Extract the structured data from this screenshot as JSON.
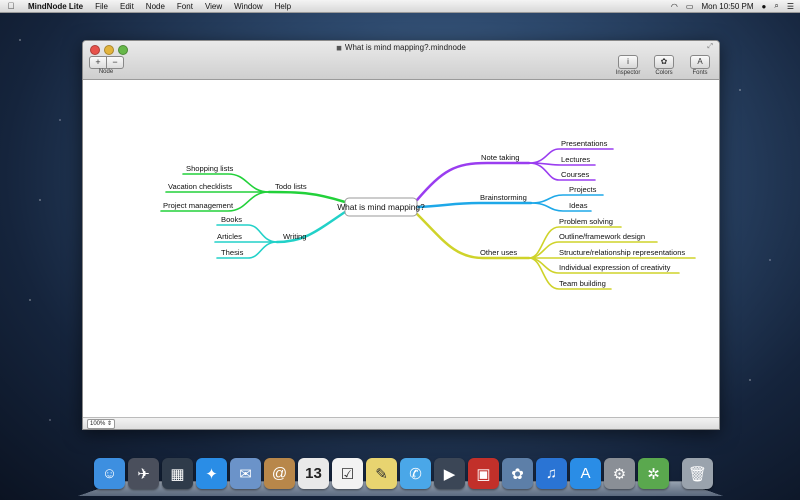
{
  "menubar": {
    "apple_icon": "apple-icon",
    "items": [
      "MindNode Lite",
      "File",
      "Edit",
      "Node",
      "Font",
      "View",
      "Window",
      "Help"
    ],
    "clock": "Mon 10:50 PM"
  },
  "window": {
    "title": "What is mind mapping?.mindnode",
    "node_add": "+",
    "node_remove": "−",
    "node_label": "Node",
    "tools": [
      {
        "label": "Inspector",
        "glyph": "i"
      },
      {
        "label": "Colors",
        "glyph": "✿"
      },
      {
        "label": "Fonts",
        "glyph": "A"
      }
    ],
    "zoom": "100%"
  },
  "mindmap": {
    "root": "What is mind mapping?",
    "colors": {
      "green": "#22d13a",
      "cyan": "#22d1c8",
      "purple": "#9a3df0",
      "blue": "#1ea8e8",
      "yellow": "#cfd32a"
    },
    "branches": {
      "todo": {
        "label": "Todo lists",
        "children": [
          "Shopping lists",
          "Vacation checklists",
          "Project management"
        ]
      },
      "writing": {
        "label": "Writing",
        "children": [
          "Books",
          "Articles",
          "Thesis"
        ]
      },
      "note": {
        "label": "Note taking",
        "children": [
          "Presentations",
          "Lectures",
          "Courses"
        ]
      },
      "brain": {
        "label": "Brainstorming",
        "children": [
          "Projects",
          "Ideas"
        ]
      },
      "other": {
        "label": "Other uses",
        "children": [
          "Problem solving",
          "Outline/framework design",
          "Structure/relationship representations",
          "Individual expression of creativity",
          "Team building"
        ]
      }
    }
  },
  "dock": {
    "apps": [
      {
        "name": "finder-icon",
        "glyph": "☺",
        "color": "#3d8fe0"
      },
      {
        "name": "launchpad-icon",
        "glyph": "✈",
        "color": "#4a4f5c"
      },
      {
        "name": "mission-control-icon",
        "glyph": "▦",
        "color": "#2f3b4a"
      },
      {
        "name": "safari-icon",
        "glyph": "✦",
        "color": "#2a8de6"
      },
      {
        "name": "mail-icon",
        "glyph": "✉",
        "color": "#6b93c9"
      },
      {
        "name": "contacts-icon",
        "glyph": "@",
        "color": "#b8874a"
      },
      {
        "name": "calendar-icon",
        "glyph": "13",
        "color": "#e9e9e9"
      },
      {
        "name": "reminders-icon",
        "glyph": "☑",
        "color": "#f2f2f2"
      },
      {
        "name": "notes-icon",
        "glyph": "✎",
        "color": "#e8d470"
      },
      {
        "name": "messages-icon",
        "glyph": "✆",
        "color": "#4aa7e8"
      },
      {
        "name": "facetime-icon",
        "glyph": "▶",
        "color": "#3b4656"
      },
      {
        "name": "photo-booth-icon",
        "glyph": "▣",
        "color": "#c2302a"
      },
      {
        "name": "iphoto-icon",
        "glyph": "✿",
        "color": "#5d7fa8"
      },
      {
        "name": "itunes-icon",
        "glyph": "♫",
        "color": "#2a74d4"
      },
      {
        "name": "app-store-icon",
        "glyph": "A",
        "color": "#2a8de6"
      },
      {
        "name": "system-preferences-icon",
        "glyph": "⚙",
        "color": "#8a8f96"
      },
      {
        "name": "mindnode-icon",
        "glyph": "✲",
        "color": "#5aa84e"
      },
      {
        "name": "trash-icon",
        "glyph": "🗑",
        "color": "#9aa3ad"
      }
    ]
  }
}
